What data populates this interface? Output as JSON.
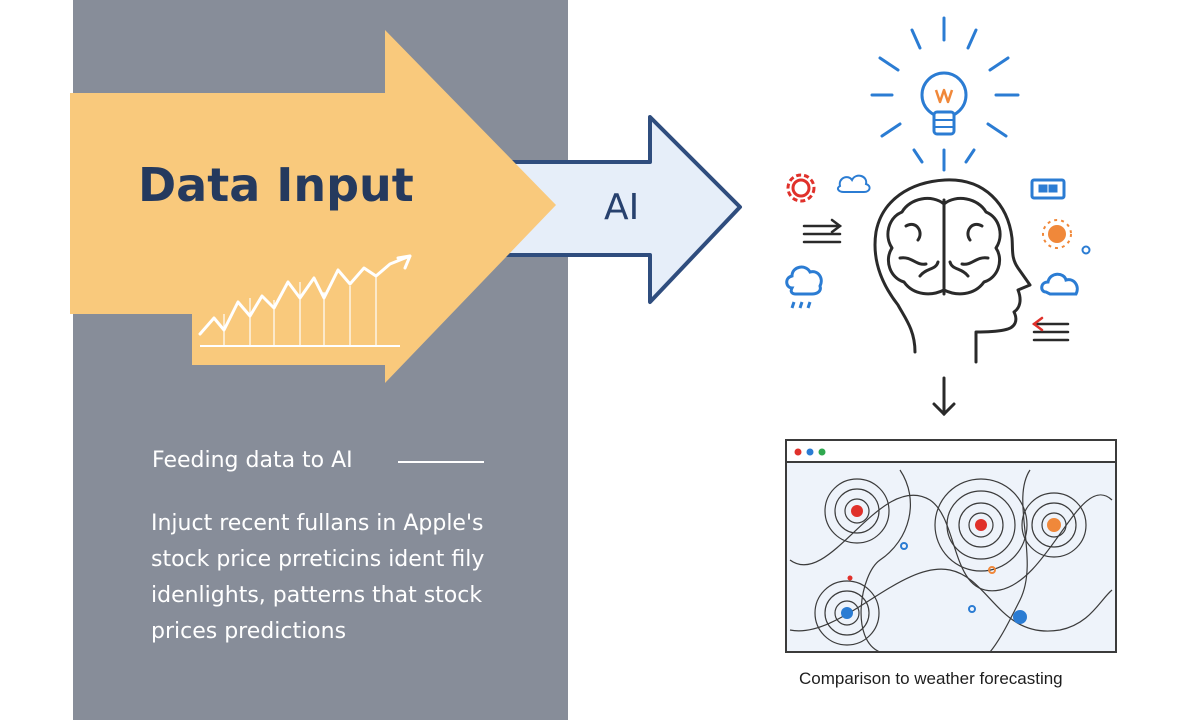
{
  "title": "Data Input",
  "ai_label": "AI",
  "sub_heading": "Feeding data to AI",
  "body_lines": [
    "Injuct recent fullans in Apple's",
    "stock price prreticins ident fily",
    "idenlights, patterns that stock",
    "prices predictions"
  ],
  "map_caption": "Comparison to weather forecasting",
  "colors": {
    "panel": "#878d99",
    "yellow_arrow": "#f9c97c",
    "title": "#253a5e",
    "blue_arrow_fill": "#e6eef9",
    "blue_arrow_stroke": "#2f4d7e",
    "accent_blue": "#2b7cd3",
    "accent_red": "#e0312b",
    "accent_orange": "#f0883a"
  },
  "icons": [
    "line-chart-icon",
    "lightbulb-icon",
    "brain-head-icon",
    "gear-icon",
    "cloud-icon",
    "weather-map-icon"
  ]
}
